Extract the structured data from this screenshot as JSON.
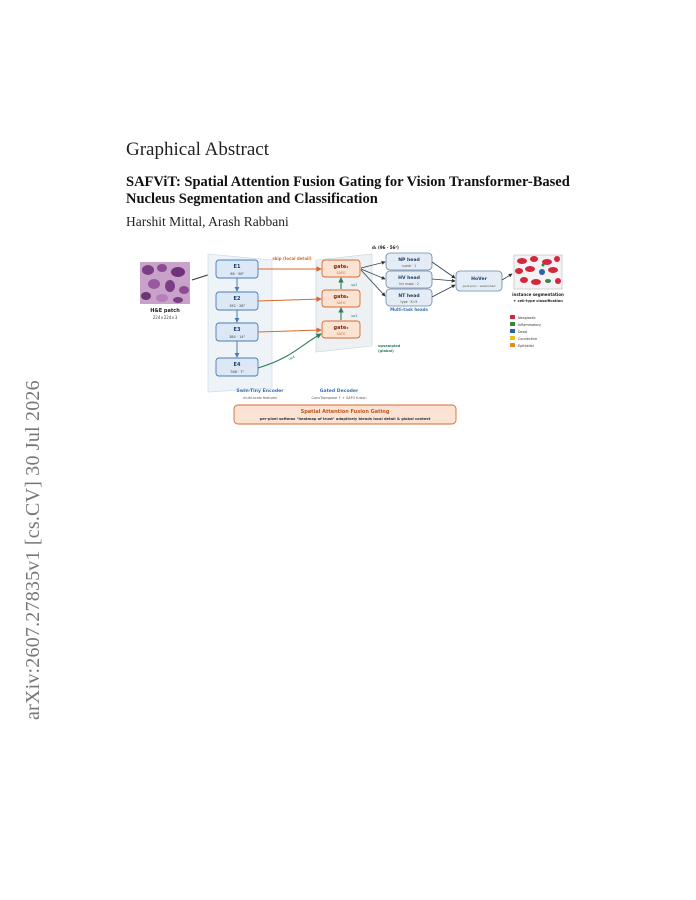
{
  "sidebar": {
    "arxiv_id": "arXiv:2607.27835v1  [cs.CV]  30 Jul 2026"
  },
  "heading": "Graphical Abstract",
  "paper": {
    "title": "SAFViT: Spatial Attention Fusion Gating for Vision Transformer-Based Nucleus Segmentation and Classification",
    "authors": "Harshit Mittal, Arash Rabbani"
  },
  "figure": {
    "input": {
      "label": "H&E patch",
      "size": "224×224×3"
    },
    "encoder": {
      "blocks": [
        {
          "name": "E1",
          "dims": "96 · 56²"
        },
        {
          "name": "E2",
          "dims": "192 · 28²"
        },
        {
          "name": "E3",
          "dims": "384 · 14²"
        },
        {
          "name": "E4",
          "dims": "768 · 7²"
        }
      ],
      "title": "Swin-Tiny Encoder",
      "subtitle": "multi-scale features"
    },
    "skip_label": "skip (local detail)",
    "decoder": {
      "gates": [
        {
          "name": "gate₁",
          "tag": "SAFG"
        },
        {
          "name": "gate₂",
          "tag": "SAFG"
        },
        {
          "name": "gate₃",
          "tag": "SAFG"
        }
      ],
      "up_labels": [
        "up3",
        "up2"
      ],
      "title": "Gated Decoder",
      "subtitle": "ConvTranspose ↑ + SAFG fusion",
      "e4_label": "up4",
      "upsampled_label_1": "upsampled",
      "upsampled_label_2": "(global)"
    },
    "output_dims": "d₁ (96 · 56²)",
    "heads": {
      "items": [
        {
          "name": "NP head",
          "desc": "nuclei · 1"
        },
        {
          "name": "HV head",
          "desc": "h/v maps · 2"
        },
        {
          "name": "NT head",
          "desc": "type · K=5"
        }
      ],
      "title": "Multi-task heads"
    },
    "hover": {
      "name": "HoVer",
      "desc": "post-proc · watershed"
    },
    "output": {
      "label_1": "instance segmentation",
      "label_2": "+ cell-type classification"
    },
    "legend": [
      {
        "label": "Neoplastic",
        "color": "#d1283d"
      },
      {
        "label": "Inflammatory",
        "color": "#2f8a3a"
      },
      {
        "label": "Dead",
        "color": "#2b5fb0"
      },
      {
        "label": "Connective",
        "color": "#e8c21a"
      },
      {
        "label": "Epithelial",
        "color": "#e8891a"
      }
    ],
    "safg": {
      "title": "Spatial Attention Fusion Gating",
      "desc": "per-pixel softmax \"heatmap of trust\" adaptively blends local detail & global context"
    },
    "colors": {
      "encoder_fill": "#dce8f6",
      "encoder_stroke": "#4a7cb8",
      "gate_fill": "#fbe3d4",
      "gate_stroke": "#d9692e",
      "skip_arrow": "#d9692e",
      "up_arrow": "#2e7d5b",
      "head_fill": "#e4ecf5"
    }
  }
}
